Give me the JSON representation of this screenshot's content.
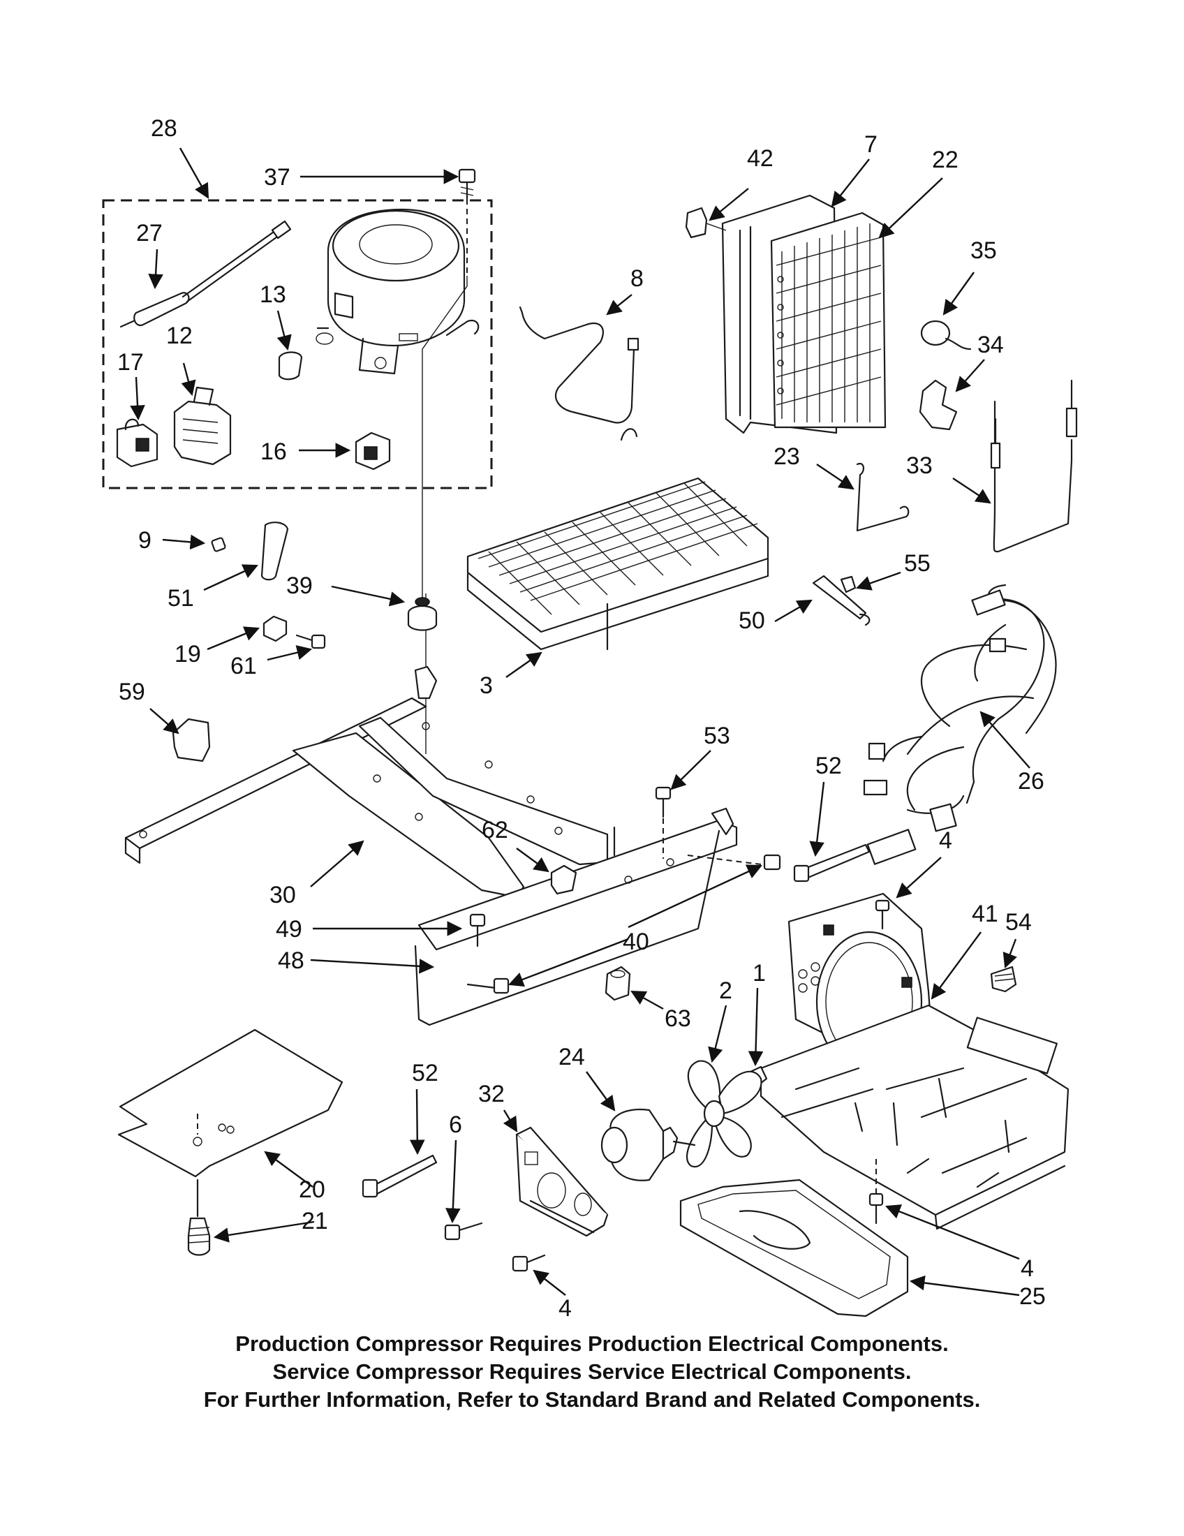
{
  "callouts": [
    {
      "id": "28",
      "label": "28"
    },
    {
      "id": "37",
      "label": "37"
    },
    {
      "id": "27",
      "label": "27"
    },
    {
      "id": "13",
      "label": "13"
    },
    {
      "id": "12",
      "label": "12"
    },
    {
      "id": "17",
      "label": "17"
    },
    {
      "id": "16",
      "label": "16"
    },
    {
      "id": "42",
      "label": "42"
    },
    {
      "id": "7",
      "label": "7"
    },
    {
      "id": "22",
      "label": "22"
    },
    {
      "id": "35",
      "label": "35"
    },
    {
      "id": "34",
      "label": "34"
    },
    {
      "id": "8",
      "label": "8"
    },
    {
      "id": "23",
      "label": "23"
    },
    {
      "id": "33",
      "label": "33"
    },
    {
      "id": "9",
      "label": "9"
    },
    {
      "id": "51",
      "label": "51"
    },
    {
      "id": "39",
      "label": "39"
    },
    {
      "id": "55",
      "label": "55"
    },
    {
      "id": "50",
      "label": "50"
    },
    {
      "id": "19",
      "label": "19"
    },
    {
      "id": "61",
      "label": "61"
    },
    {
      "id": "3",
      "label": "3"
    },
    {
      "id": "59",
      "label": "59"
    },
    {
      "id": "26",
      "label": "26"
    },
    {
      "id": "53",
      "label": "53"
    },
    {
      "id": "52a",
      "label": "52"
    },
    {
      "id": "62",
      "label": "62"
    },
    {
      "id": "30",
      "label": "30"
    },
    {
      "id": "4a",
      "label": "4"
    },
    {
      "id": "41",
      "label": "41"
    },
    {
      "id": "49",
      "label": "49"
    },
    {
      "id": "40",
      "label": "40"
    },
    {
      "id": "54",
      "label": "54"
    },
    {
      "id": "48",
      "label": "48"
    },
    {
      "id": "63",
      "label": "63"
    },
    {
      "id": "2",
      "label": "2"
    },
    {
      "id": "1",
      "label": "1"
    },
    {
      "id": "52b",
      "label": "52"
    },
    {
      "id": "24",
      "label": "24"
    },
    {
      "id": "32",
      "label": "32"
    },
    {
      "id": "6",
      "label": "6"
    },
    {
      "id": "20",
      "label": "20"
    },
    {
      "id": "21",
      "label": "21"
    },
    {
      "id": "4b",
      "label": "4"
    },
    {
      "id": "4c",
      "label": "4"
    },
    {
      "id": "25",
      "label": "25"
    }
  ],
  "notes": [
    "Production Compressor Requires Production Electrical Components.",
    "Service Compressor Requires Service Electrical Components.",
    "For Further Information, Refer to Standard Brand and Related Components."
  ]
}
